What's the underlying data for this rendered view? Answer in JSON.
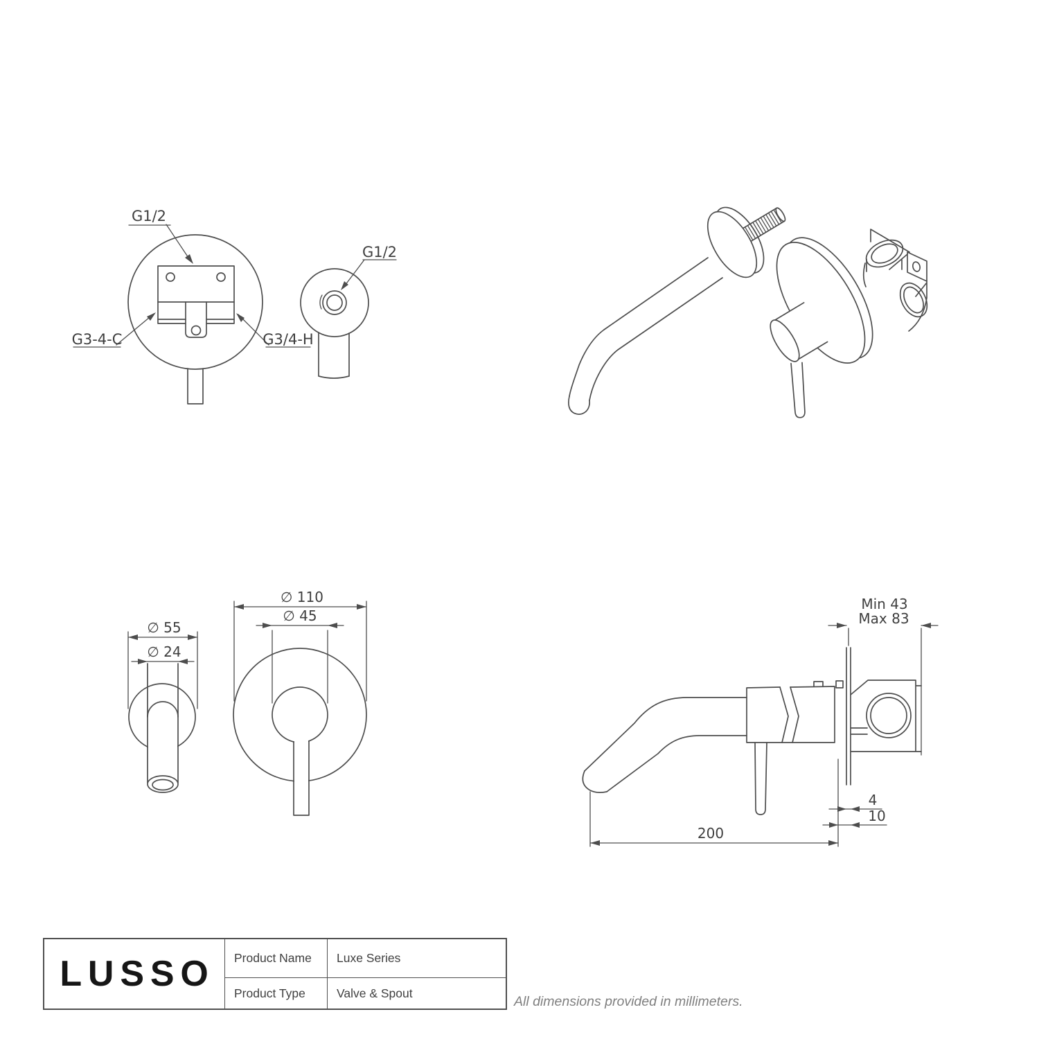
{
  "drawing": {
    "labels": {
      "valve_back_g12": "G1/2",
      "valve_back_g34c": "G3-4-C",
      "valve_back_g34h": "G3/4-H",
      "spout_back_g12": "G1/2"
    },
    "dimensions": {
      "spout_flange_dia": "∅ 55",
      "spout_tube_dia": "∅ 24",
      "valve_plate_dia": "∅ 110",
      "valve_trim_dia": "∅ 45",
      "wall_depth_min": "Min 43",
      "wall_depth_max": "Max 83",
      "plate_thickness": "4",
      "plate_projection": "10",
      "spout_length": "200"
    }
  },
  "title_block": {
    "brand": "LUSSO",
    "rows": [
      {
        "label": "Product Name",
        "value": "Luxe Series"
      },
      {
        "label": "Product Type",
        "value": "Valve & Spout"
      }
    ]
  },
  "footnote": "All dimensions provided in millimeters."
}
